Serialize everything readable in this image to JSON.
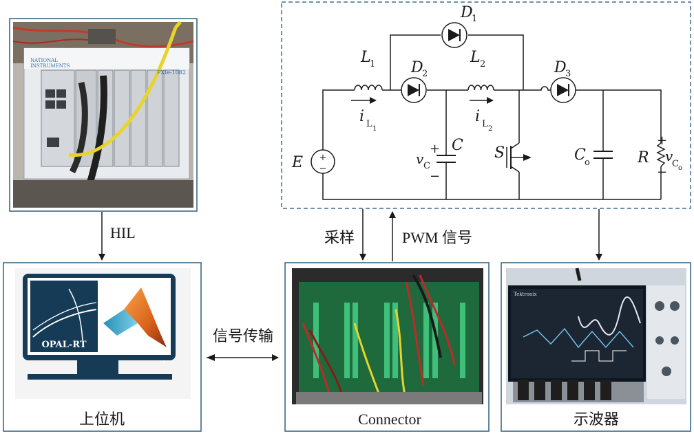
{
  "colors": {
    "frame": "#2f5f7f",
    "circuit_box": "#3a6f94",
    "wire": "#1a1a1a",
    "ni_blue": "#2d6fa8",
    "monitor_navy": "#163b57",
    "pcb_green": "#1f6a3c",
    "terminal_green": "#3fbf7a"
  },
  "boxes": {
    "hil_device_icon": "pxie-chassis-photo",
    "host": {
      "caption": "上位机",
      "opal_text": "OPAL-RT",
      "icon": "monitor-opal-rt-matlab-logo"
    },
    "connector": {
      "caption": "Connector",
      "icon": "connector-board-photo"
    },
    "scope": {
      "caption": "示波器",
      "icon": "oscilloscope-photo"
    }
  },
  "photo_text": {
    "ni_brand_1": "NATIONAL",
    "ni_brand_2": "INSTRUMENTS",
    "ni_model": "PXIe-1082",
    "scope_brand": "Tektronix"
  },
  "arrows": {
    "hil": "HIL",
    "signal_transfer": "信号传输",
    "sampling": "采样",
    "pwm": "PWM 信号"
  },
  "circuit": {
    "E": "E",
    "L1": "L",
    "L1_sub": "1",
    "L2": "L",
    "L2_sub": "2",
    "D1": "D",
    "D1_sub": "1",
    "D2": "D",
    "D2_sub": "2",
    "D3": "D",
    "D3_sub": "3",
    "C": "C",
    "S": "S",
    "Co": "C",
    "Co_sub": "o",
    "R": "R",
    "iL1": "i",
    "iL1_sub": "L",
    "iL1_subsub": "1",
    "iL2": "i",
    "iL2_sub": "L",
    "iL2_subsub": "2",
    "vC": "v",
    "vC_sub": "C",
    "vCo": "v",
    "vCo_sub": "C",
    "vCo_subsub": "o",
    "plus": "+",
    "minus": "−"
  }
}
